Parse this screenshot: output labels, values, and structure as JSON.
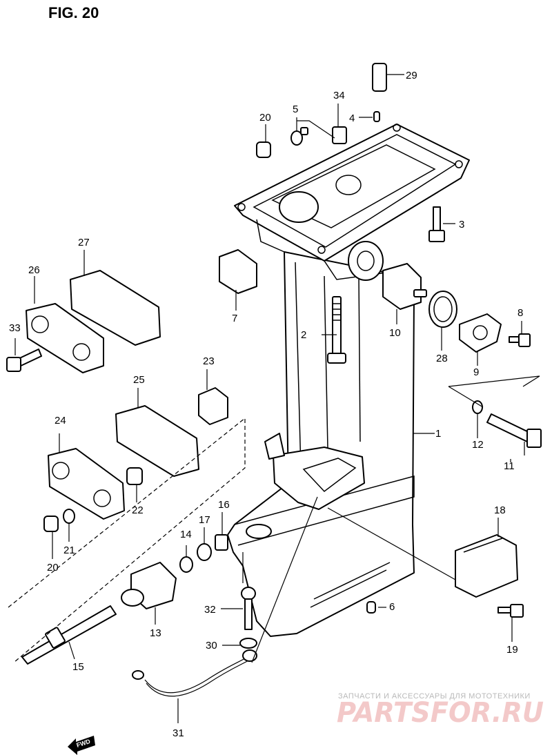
{
  "figure": {
    "title": "FIG. 20"
  },
  "callouts": [
    "1",
    "2",
    "3",
    "4",
    "5",
    "6",
    "7",
    "8",
    "9",
    "10",
    "11",
    "12",
    "13",
    "14",
    "15",
    "16",
    "17",
    "18",
    "19",
    "20",
    "21",
    "22",
    "23",
    "24",
    "25",
    "26",
    "27",
    "28",
    "29",
    "30",
    "31",
    "32",
    "33",
    "34"
  ],
  "fwd_label": "FWD",
  "watermark": {
    "line1": "ЗАПЧАСТИ И АКСЕССУАРЫ ДЛЯ МОТОТЕХНИКИ",
    "line2": "PARTSFOR.RU",
    "color": "#f3c9c9"
  }
}
